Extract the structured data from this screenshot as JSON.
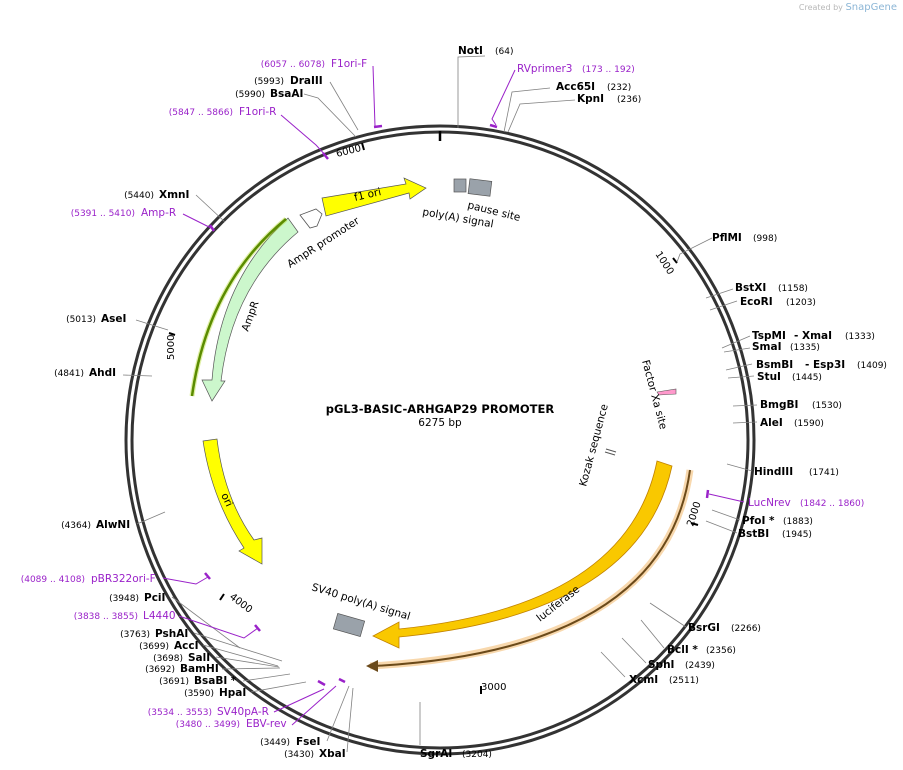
{
  "credit": {
    "prefix": "Created by",
    "brand": "SnapGene"
  },
  "plasmid": {
    "name": "pGL3-BASIC-ARHGAP29 PROMOTER",
    "length": 6275,
    "length_label": "6275 bp"
  },
  "tick_labels": [
    "1000",
    "2000",
    "3000",
    "4000",
    "5000",
    "6000"
  ],
  "sites": [
    {
      "name": "NotI",
      "pos": "(64)"
    },
    {
      "name": "Acc65I",
      "pos": "(232)"
    },
    {
      "name": "KpnI",
      "pos": "(236)"
    },
    {
      "name": "PflMI",
      "pos": "(998)"
    },
    {
      "name": "BstXI",
      "pos": "(1158)"
    },
    {
      "name": "EcoRI",
      "pos": "(1203)"
    },
    {
      "name": "TspMI",
      "name2": "- XmaI",
      "pos": "(1333)"
    },
    {
      "name": "SmaI",
      "pos": "(1335)"
    },
    {
      "name": "BsmBI",
      "name2": "- Esp3I",
      "pos": "(1409)"
    },
    {
      "name": "StuI",
      "pos": "(1445)"
    },
    {
      "name": "BmgBI",
      "pos": "(1530)"
    },
    {
      "name": "AleI",
      "pos": "(1590)"
    },
    {
      "name": "HindIII",
      "pos": "(1741)"
    },
    {
      "name": "PfoI *",
      "pos": "(1883)"
    },
    {
      "name": "BstBI",
      "pos": "(1945)"
    },
    {
      "name": "BsrGI",
      "pos": "(2266)"
    },
    {
      "name": "BclI *",
      "pos": "(2356)"
    },
    {
      "name": "SphI",
      "pos": "(2439)"
    },
    {
      "name": "XcmI",
      "pos": "(2511)"
    },
    {
      "name": "SgrAI",
      "pos": "(3204)"
    },
    {
      "name": "XbaI",
      "pos": "(3430)"
    },
    {
      "name": "FseI",
      "pos": "(3449)"
    },
    {
      "name": "HpaI",
      "pos": "(3590)"
    },
    {
      "name": "BsaBI *",
      "pos": "(3691)"
    },
    {
      "name": "BamHI",
      "pos": "(3692)"
    },
    {
      "name": "SalI",
      "pos": "(3698)"
    },
    {
      "name": "AccI",
      "pos": "(3699)"
    },
    {
      "name": "PshAI",
      "pos": "(3763)"
    },
    {
      "name": "PciI",
      "pos": "(3948)"
    },
    {
      "name": "AlwNI",
      "pos": "(4364)"
    },
    {
      "name": "AhdI",
      "pos": "(4841)"
    },
    {
      "name": "AseI",
      "pos": "(5013)"
    },
    {
      "name": "XmnI",
      "pos": "(5440)"
    },
    {
      "name": "BsaAI",
      "pos": "(5990)"
    },
    {
      "name": "DraIII",
      "pos": "(5993)"
    }
  ],
  "primers": [
    {
      "name": "RVprimer3",
      "pos": "(173 .. 192)"
    },
    {
      "name": "LucNrev",
      "pos": "(1842 .. 1860)"
    },
    {
      "name": "EBV-rev",
      "pos": "(3480 .. 3499)"
    },
    {
      "name": "SV40pA-R",
      "pos": "(3534 .. 3553)"
    },
    {
      "name": "L4440",
      "pos": "(3838 .. 3855)"
    },
    {
      "name": "pBR322ori-F",
      "pos": "(4089 .. 4108)"
    },
    {
      "name": "Amp-R",
      "pos": "(5391 .. 5410)"
    },
    {
      "name": "F1ori-R",
      "pos": "(5847 .. 5866)"
    },
    {
      "name": "F1ori-F",
      "pos": "(6057 .. 6078)"
    }
  ],
  "features": {
    "f1_ori": "f1 ori",
    "ampr_promoter": "AmpR promoter",
    "ampr": "AmpR",
    "ori": "ori",
    "luciferase": "luciferase",
    "sv40_polya": "SV40 poly(A) signal",
    "polya_signal": "poly(A) signal",
    "pause_site": "pause site",
    "factor_xa": "Factor Xa site",
    "kozak": "Kozak sequence"
  },
  "colors": {
    "backbone": "#333333",
    "site_text": "#000000",
    "primer": "#9a22c9",
    "luciferase": "#f5c400",
    "ori": "#ffff00",
    "f1_ori": "#ffff00",
    "ampr": "#ccf7cc",
    "ampr_promoter": "#ffffff",
    "terminator": "#9aa2aa",
    "leader_line": "#808080"
  }
}
